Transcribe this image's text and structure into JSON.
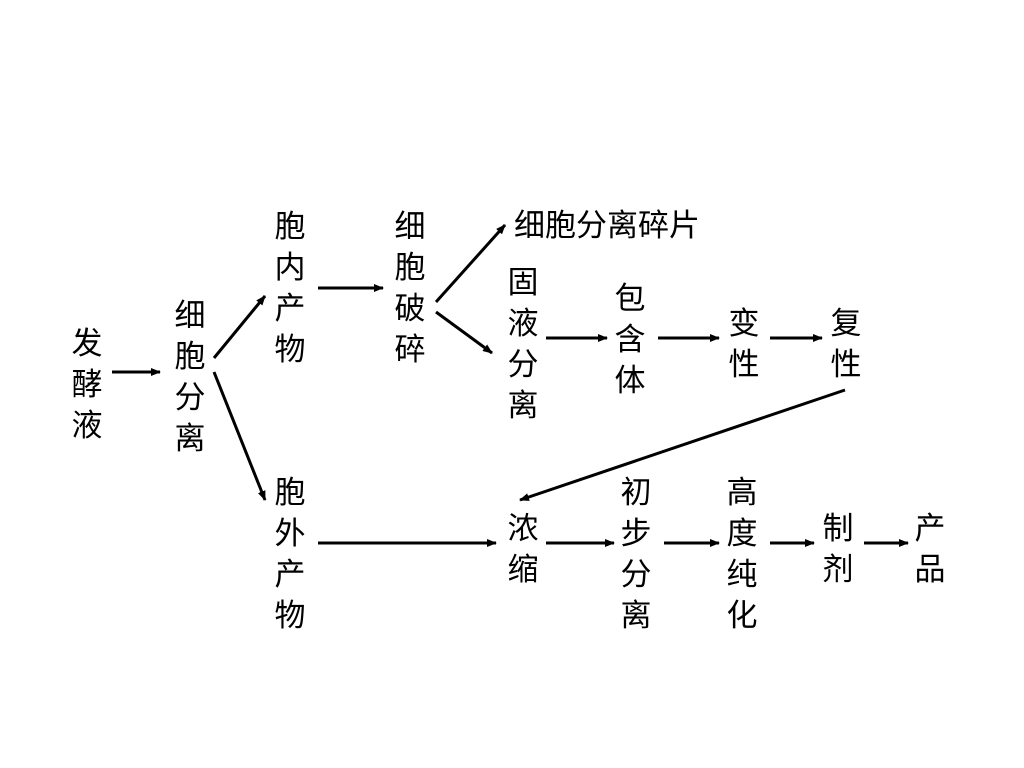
{
  "nodes": {
    "fermentation_broth": "发酵液",
    "cell_separation": "细胞分离",
    "intracellular_product": "胞内产物",
    "cell_disruption": "细胞破碎",
    "cell_debris": "细胞分离碎片",
    "solid_liquid_separation": "固液分离",
    "inclusion_body": "包含体",
    "denaturation": "变性",
    "renaturation": "复性",
    "extracellular_product": "胞外产物",
    "concentration": "浓缩",
    "preliminary_separation": "初步分离",
    "high_purification": "高度纯化",
    "formulation": "制剂",
    "product": "产品"
  },
  "colors": {
    "text": "#000000",
    "arrow": "#000000",
    "background": "#ffffff"
  }
}
